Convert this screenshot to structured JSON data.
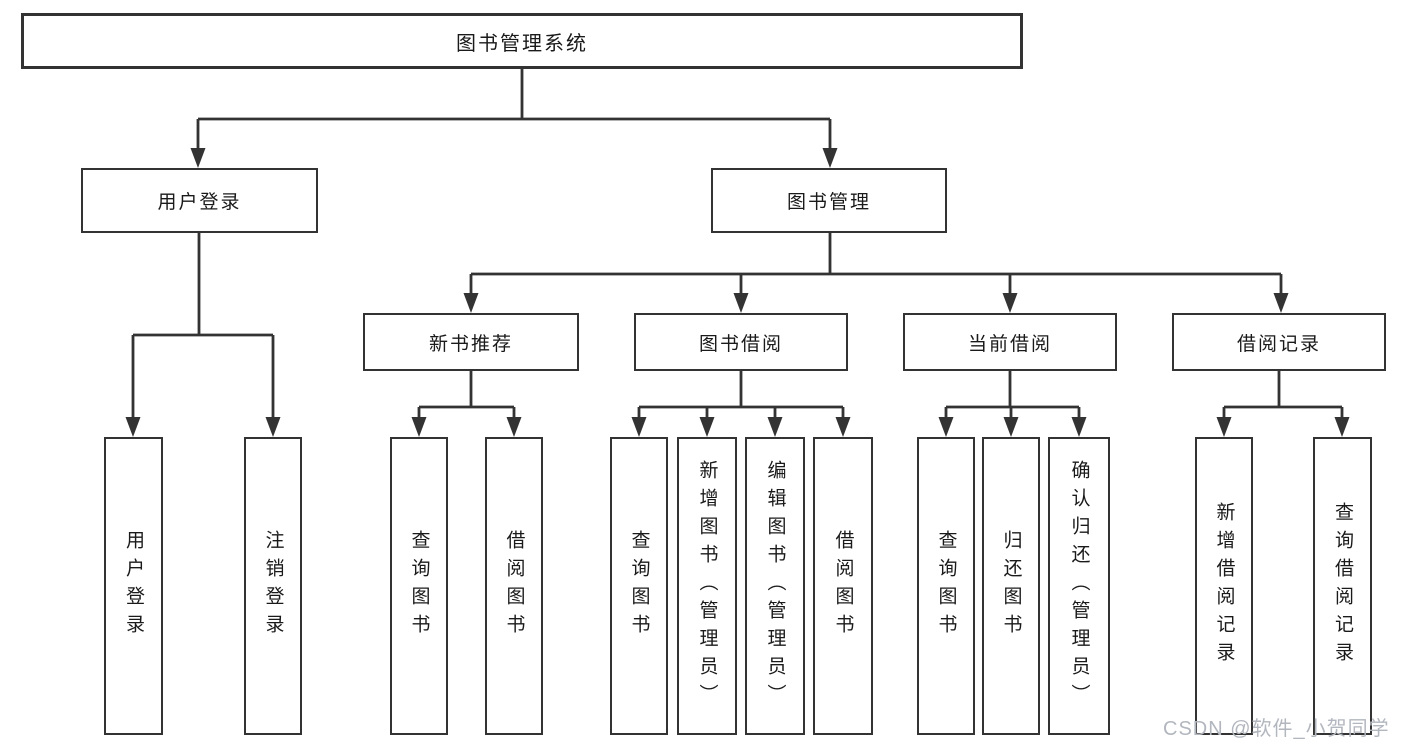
{
  "nodes": {
    "root": {
      "label": "图书管理系统"
    },
    "level2": [
      {
        "id": "user-login",
        "label": "用户登录"
      },
      {
        "id": "book-management",
        "label": "图书管理"
      }
    ],
    "level3": [
      {
        "id": "new-book-recommend",
        "label": "新书推荐",
        "parent": "book-management"
      },
      {
        "id": "book-borrowing",
        "label": "图书借阅",
        "parent": "book-management"
      },
      {
        "id": "current-borrowing",
        "label": "当前借阅",
        "parent": "book-management"
      },
      {
        "id": "borrowing-records",
        "label": "借阅记录",
        "parent": "book-management"
      }
    ],
    "leaves": [
      {
        "label": "用户登录",
        "parent": "user-login"
      },
      {
        "label": "注销登录",
        "parent": "user-login"
      },
      {
        "label": "查询图书",
        "parent": "new-book-recommend"
      },
      {
        "label": "借阅图书",
        "parent": "new-book-recommend"
      },
      {
        "label": "查询图书",
        "parent": "book-borrowing"
      },
      {
        "label": "新增图书（管理员）",
        "parent": "book-borrowing"
      },
      {
        "label": "编辑图书（管理员）",
        "parent": "book-borrowing"
      },
      {
        "label": "借阅图书",
        "parent": "book-borrowing"
      },
      {
        "label": "查询图书",
        "parent": "current-borrowing"
      },
      {
        "label": "归还图书",
        "parent": "current-borrowing"
      },
      {
        "label": "确认归还（管理员）",
        "parent": "current-borrowing"
      },
      {
        "label": "新增借阅记录",
        "parent": "borrowing-records"
      },
      {
        "label": "查询借阅记录",
        "parent": "borrowing-records"
      }
    ]
  },
  "watermark": {
    "text": "CSDN @软件_小贺同学"
  },
  "colors": {
    "line": "#333333",
    "border": "#333333",
    "text": "#1a1a1a",
    "watermark": "#b2b6be",
    "background": "#ffffff"
  }
}
